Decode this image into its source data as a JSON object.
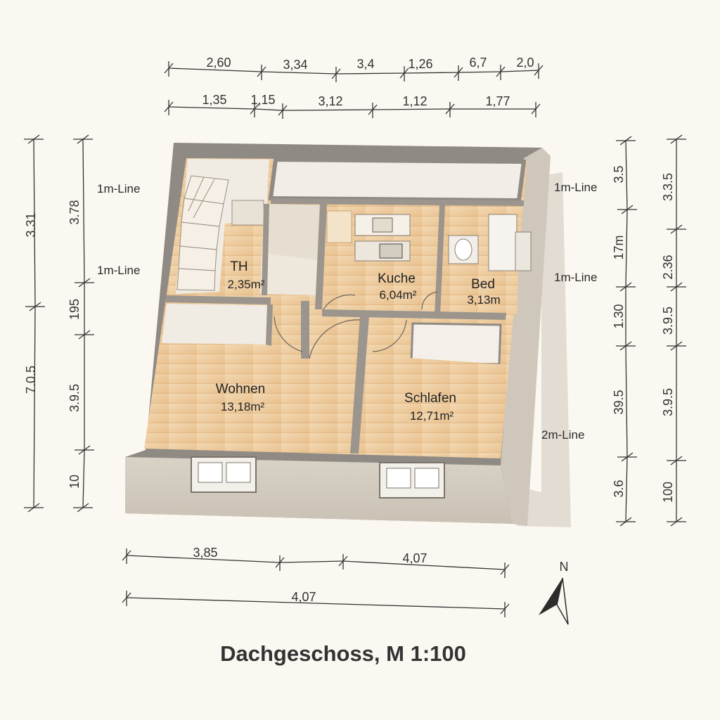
{
  "title": "Dachgeschoss, M 1:100",
  "north_label": "N",
  "rooms": {
    "th": {
      "name": "TH",
      "area": "2,35m²"
    },
    "kuche": {
      "name": "Kuche",
      "area": "6,04m²"
    },
    "bed": {
      "name": "Bed",
      "area": "3,13m"
    },
    "wohnen": {
      "name": "Wohnen",
      "area": "13,18m²"
    },
    "schlafen": {
      "name": "Schlafen",
      "area": "12,71m²"
    }
  },
  "line_labels": {
    "left_top": "1m-Line",
    "left_mid": "1m-Line",
    "right_top": "1m-Line",
    "right_mid": "1m-Line",
    "right_low": "2m-Line"
  },
  "dims_top_1": [
    "2,60",
    "3,34",
    "3,4",
    "1,26",
    "6,7",
    "2,0"
  ],
  "dims_top_2": [
    "1,35",
    "1,15",
    "3,12",
    "1,12",
    "1,77"
  ],
  "dims_left_outer": [
    "3.31",
    "7.0.5"
  ],
  "dims_left_inner": [
    "3.78",
    "195",
    "3.9.5",
    "10"
  ],
  "dims_right_inner": [
    "3.5",
    "17m",
    "1.30",
    "39.5",
    "3.6"
  ],
  "dims_right_outer": [
    "3.3.5",
    "2.36",
    "3.9.5",
    "3.9.5",
    "100"
  ],
  "dims_bottom_1": [
    "3,85",
    "4,07"
  ],
  "dims_bottom_2": [
    "4,07"
  ]
}
